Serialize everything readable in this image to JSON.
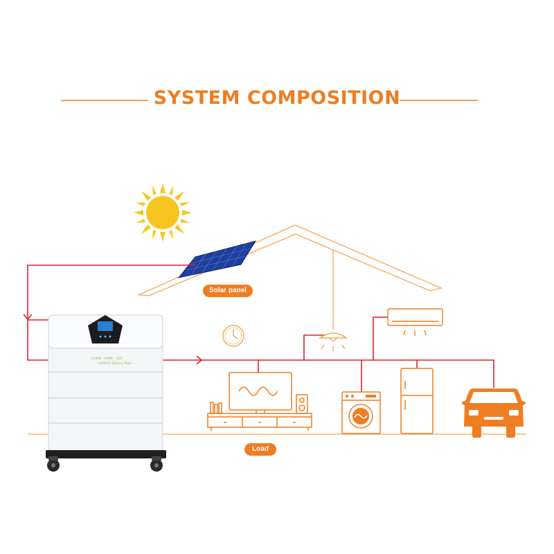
{
  "title": "SYSTEM COMPOSITION",
  "labels": {
    "solar_panel": "Solar panel",
    "load": "Load"
  },
  "colors": {
    "accent_orange": "#ef7d22",
    "power_line_red": "#e0202a",
    "sun_yellow": "#f7c51f",
    "panel_blue": "#1f3f9e"
  },
  "icons": [
    "sun-icon",
    "solar-panel-icon",
    "battery-unit-icon",
    "clock-icon",
    "ceiling-lamp-icon",
    "air-conditioner-icon",
    "tv-cabinet-icon",
    "washing-machine-icon",
    "refrigerator-icon",
    "car-icon"
  ]
}
